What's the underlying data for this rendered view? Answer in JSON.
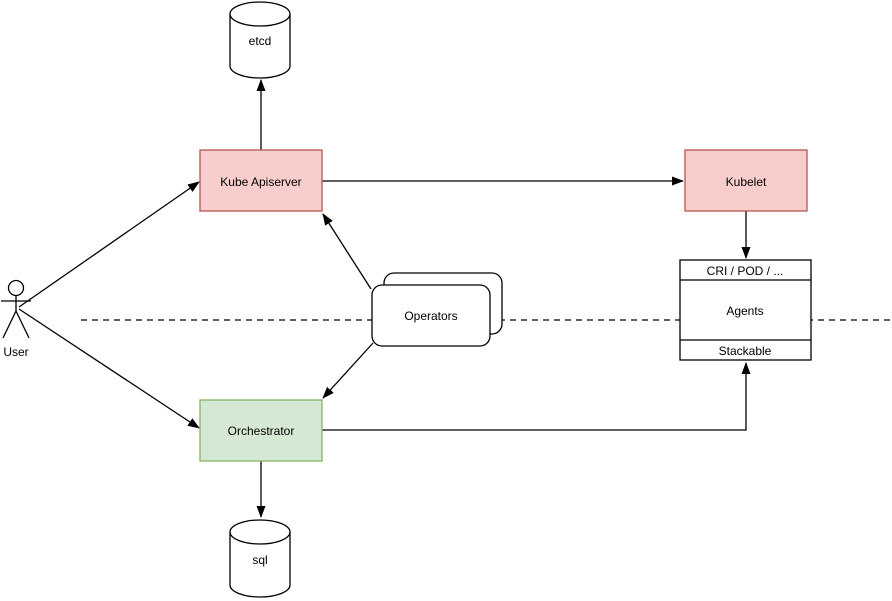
{
  "diagram_type": "architecture-flow-diagram",
  "nodes": {
    "etcd": {
      "label": "etcd",
      "shape": "database-cylinder"
    },
    "kube_apiserver": {
      "label": "Kube Apiserver",
      "shape": "rectangle",
      "color": "red"
    },
    "kubelet": {
      "label": "Kubelet",
      "shape": "rectangle",
      "color": "red"
    },
    "cri_pod": {
      "label": "CRI / POD / ...",
      "shape": "list-section"
    },
    "agents": {
      "label": "Agents",
      "shape": "list-section"
    },
    "stackable": {
      "label": "Stackable",
      "shape": "list-section"
    },
    "operators": {
      "label": "Operators",
      "shape": "stacked-rounded-rectangles"
    },
    "orchestrator": {
      "label": "Orchestrator",
      "shape": "rectangle",
      "color": "green"
    },
    "sql": {
      "label": "sql",
      "shape": "database-cylinder"
    },
    "user": {
      "label": "User",
      "shape": "actor"
    }
  },
  "edges": [
    {
      "from": "user",
      "to": "kube_apiserver",
      "style": "solid-arrow"
    },
    {
      "from": "user",
      "to": "orchestrator",
      "style": "solid-arrow"
    },
    {
      "from": "kube_apiserver",
      "to": "etcd",
      "style": "solid-arrow"
    },
    {
      "from": "kube_apiserver",
      "to": "kubelet",
      "style": "solid-arrow"
    },
    {
      "from": "kubelet",
      "to": "cri_pod",
      "style": "solid-arrow"
    },
    {
      "from": "operators",
      "to": "kube_apiserver",
      "style": "solid-arrow"
    },
    {
      "from": "operators",
      "to": "orchestrator",
      "style": "solid-arrow"
    },
    {
      "from": "orchestrator",
      "to": "stackable",
      "style": "solid-arrow-elbow"
    },
    {
      "from": "orchestrator",
      "to": "sql",
      "style": "solid-arrow"
    },
    {
      "from": null,
      "to": null,
      "style": "dashed-separator-horizontal"
    }
  ],
  "colors": {
    "background": "#ffffff",
    "line": "#000000",
    "node_red_fill": "#f8cecc",
    "node_red_border": "#b85450",
    "node_green_fill": "#d5e8d4",
    "node_green_border": "#82b366",
    "node_plain_fill": "#ffffff",
    "text": "#000000"
  }
}
